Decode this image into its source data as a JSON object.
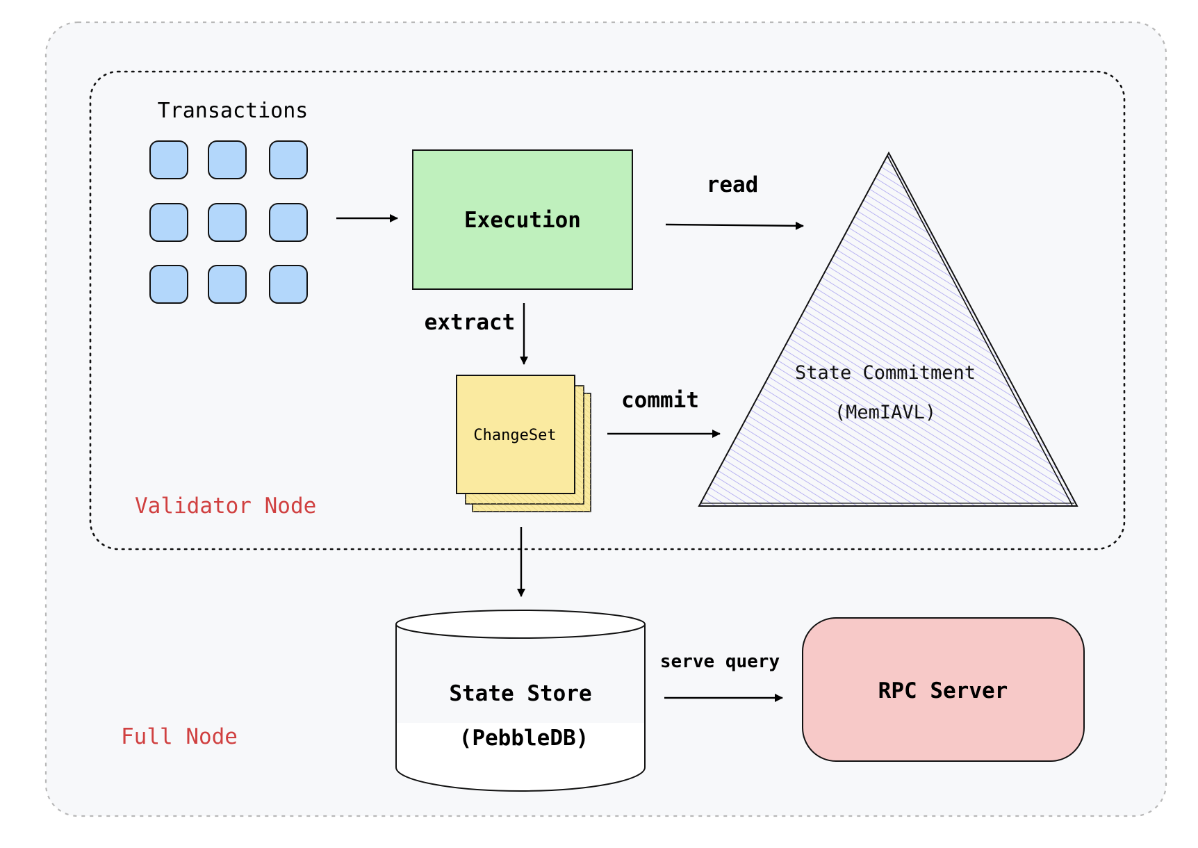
{
  "full_node": {
    "label": "Full Node",
    "label_color": "#d04040",
    "background_color": "#f7f8fa",
    "border_color": "#b8b8b8"
  },
  "validator_node": {
    "label": "Validator Node",
    "label_color": "#d04040"
  },
  "transactions": {
    "label": "Transactions",
    "count": 9,
    "fill_color": "#b3d7fb"
  },
  "execution": {
    "label": "Execution",
    "fill_color": "#bff0bd"
  },
  "changeset": {
    "label": "ChangeSet",
    "fill_color": "#faeaa0"
  },
  "state_commitment": {
    "title": "State Commitment",
    "subtitle": "(MemIAVL)",
    "hatch_color": "#a9a2f0"
  },
  "state_store": {
    "title": "State Store",
    "subtitle": "(PebbleDB)"
  },
  "rpc_server": {
    "label": "RPC Server",
    "fill_color": "#f7c9c8"
  },
  "edges": {
    "read": "read",
    "extract": "extract",
    "commit": "commit",
    "serve_query": "serve query"
  }
}
